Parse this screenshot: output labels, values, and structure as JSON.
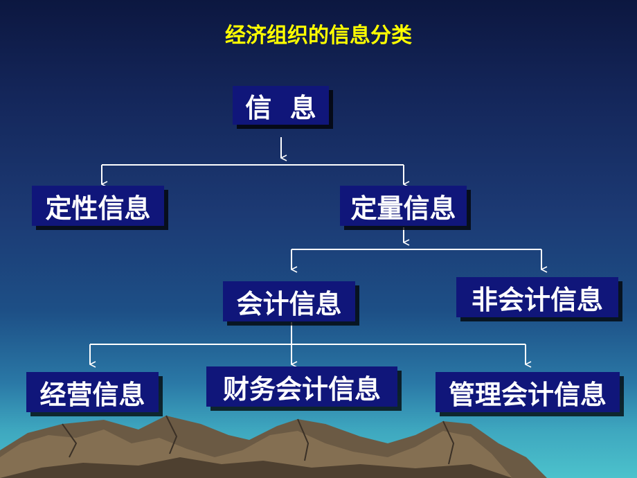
{
  "slide": {
    "title": "经济组织的信息分类",
    "nodes": {
      "root": "信  息",
      "qualitative": "定性信息",
      "quantitative": "定量信息",
      "accounting": "会计信息",
      "non_accounting": "非会计信息",
      "operating": "经营信息",
      "financial_accounting": "财务会计信息",
      "management_accounting": "管理会计信息"
    }
  },
  "colors": {
    "box_fill": "#10167a",
    "box_text": "#ffffff",
    "title_text": "#ffff00",
    "connector": "#ffffff"
  }
}
